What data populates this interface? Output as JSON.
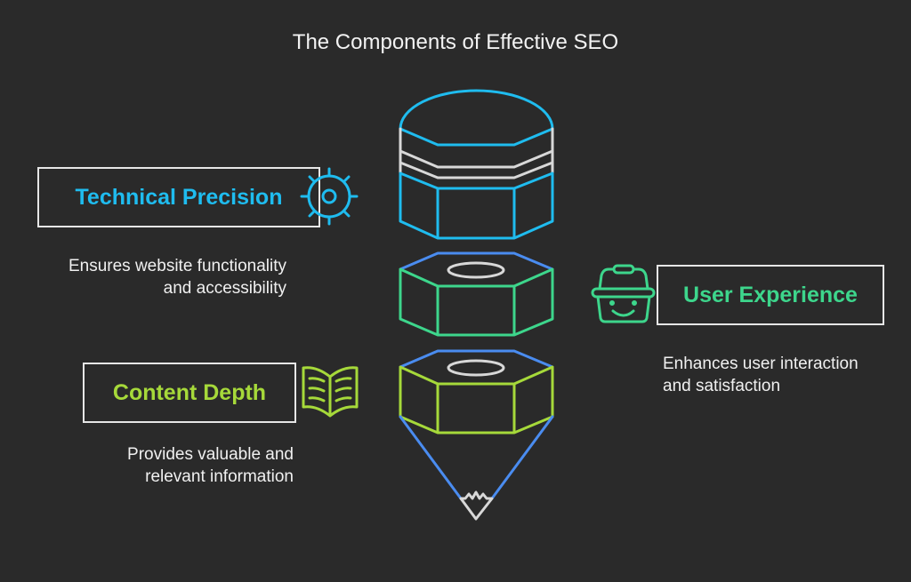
{
  "title": "The Components of Effective SEO",
  "components": [
    {
      "label": "Technical Precision",
      "description_line1": "Ensures website functionality",
      "description_line2": "and accessibility",
      "icon": "gear-icon",
      "color": "#1fbcef"
    },
    {
      "label": "User Experience",
      "description_line1": "Enhances user interaction",
      "description_line2": "and satisfaction",
      "icon": "basket-icon",
      "color": "#3dd68c"
    },
    {
      "label": "Content Depth",
      "description_line1": "Provides valuable and",
      "description_line2": "relevant information",
      "icon": "book-icon",
      "color": "#a6d93a"
    }
  ],
  "colors": {
    "background": "#2a2a2a",
    "accent_blue": "#4a8cf0",
    "light_gray": "#d8d8d8"
  }
}
